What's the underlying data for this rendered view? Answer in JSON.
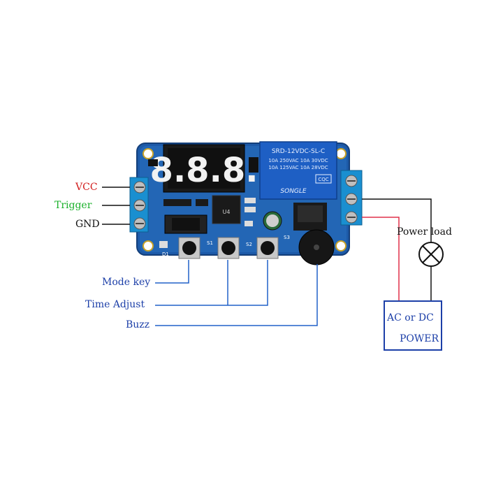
{
  "labels": {
    "vcc": "VCC",
    "trigger": "Trigger",
    "gnd": "GND",
    "mode_key": "Mode key",
    "time_adjust": "Time Adjust",
    "buzz": "Buzz",
    "power_load": "Power load",
    "power_line1": "AC or DC",
    "power_line2": "POWER"
  },
  "board": {
    "display": "8.8.8.",
    "relay_model": "SRD-12VDC-SL-C",
    "relay_rating_1": "10A 250VAC  10A 30VDC",
    "relay_rating_2": "10A 125VAC  10A 28VDC",
    "relay_brand": "SONGLE",
    "relay_cert": "CQC",
    "button_s1": "S1",
    "button_s2": "S2",
    "button_s3": "S3",
    "led_d1": "D1",
    "chip_u4": "U4"
  },
  "colors": {
    "pcb": "#1d5aa8",
    "wire_black": "#111111",
    "wire_red": "#e0304a",
    "line_blue": "#2060c8",
    "terminal": "#1a8fd0",
    "relay": "#1e5fc4"
  }
}
